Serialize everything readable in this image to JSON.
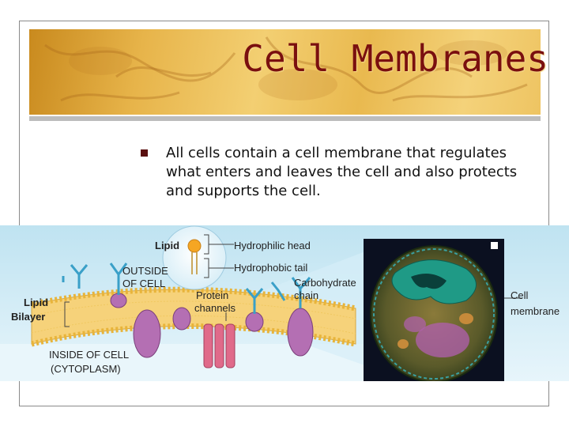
{
  "slide": {
    "title": "Cell Membranes",
    "bullets": [
      "All cells contain a cell membrane that regulates what enters and leaves the cell and also protects and supports the cell."
    ]
  },
  "figure": {
    "labels": {
      "lipid": "Lipid",
      "hydrophilic_head": "Hydrophilic head",
      "hydrophobic_tail": "Hydrophobic tail",
      "outside_line1": "OUTSIDE",
      "outside_line2": "OF CELL",
      "carbohydrate_line1": "Carbohydrate",
      "carbohydrate_line2": "chain",
      "protein_line1": "Protein",
      "protein_line2": "channels",
      "lipid_bilayer_line1": "Lipid",
      "lipid_bilayer_line2": "Bilayer",
      "inside_line1": "INSIDE OF CELL",
      "inside_line2": "(CYTOPLASM)",
      "cell_membrane_line1": "Cell",
      "cell_membrane_line2": "membrane"
    }
  }
}
